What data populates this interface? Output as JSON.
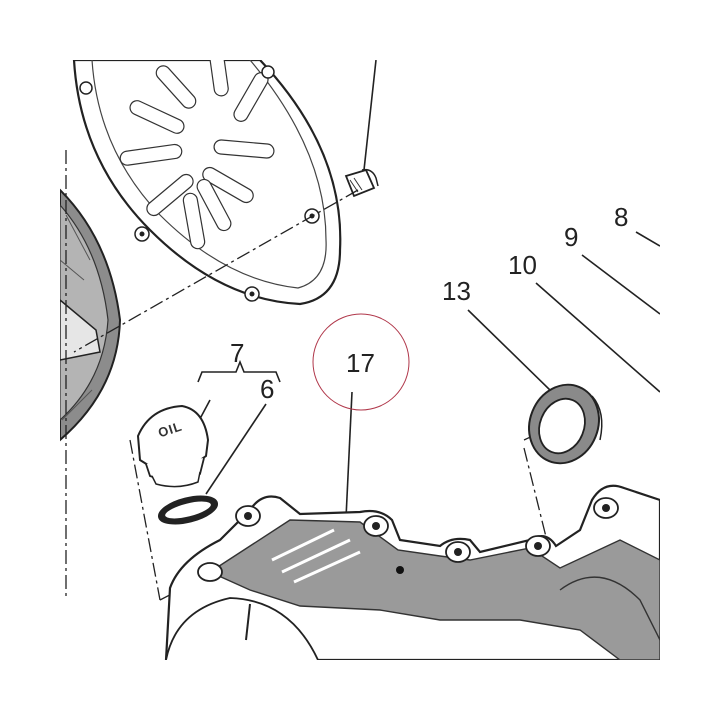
{
  "diagram": {
    "callouts": {
      "c17": "17",
      "c13": "13",
      "c10": "10",
      "c9": "9",
      "c8": "8",
      "c7": "7",
      "c6": "6"
    },
    "cap_text": "OIL",
    "colors": {
      "line": "#222222",
      "shade": "#9a9a9a",
      "highlight_circle": "#b0374a"
    }
  }
}
